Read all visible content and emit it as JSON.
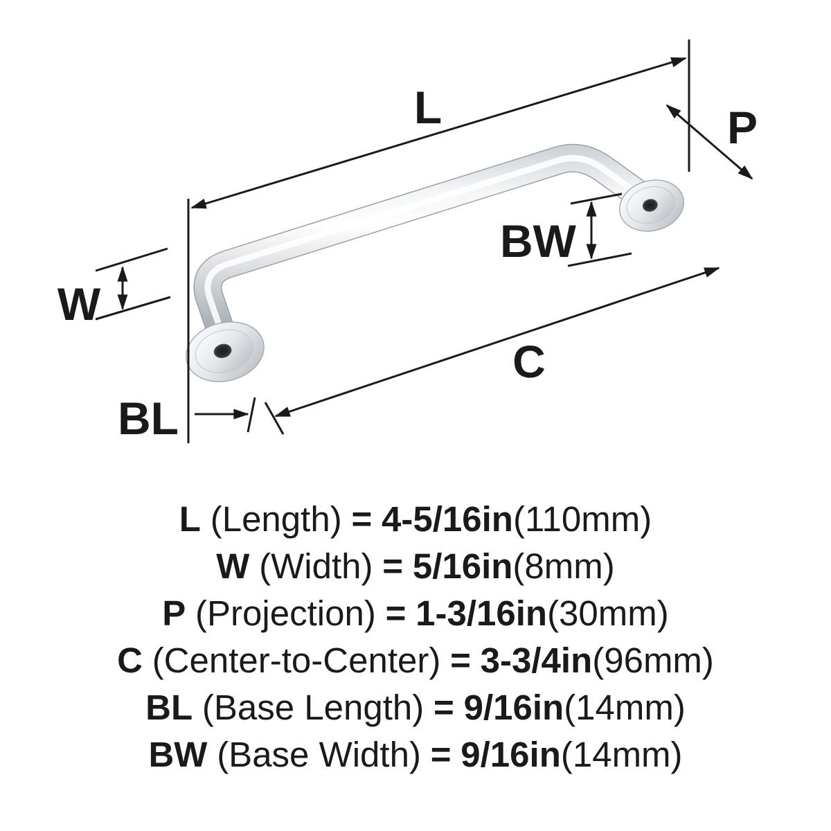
{
  "diagram": {
    "dim_labels": {
      "length": "L",
      "width": "W",
      "projection": "P",
      "center_to_center": "C",
      "base_length": "BL",
      "base_width": "BW"
    },
    "colors": {
      "dimension_line": "#1a1a1a",
      "metal_highlight": "#ffffff",
      "metal_mid": "#d6d9dc",
      "metal_dark": "#969da4",
      "hole": "#2c2d2f"
    }
  },
  "legend": {
    "rows": [
      {
        "abbr": "L",
        "name": "(Length)",
        "eq": "=",
        "value": "4-5/16in",
        "metric": "(110mm)"
      },
      {
        "abbr": "W",
        "name": "(Width)",
        "eq": "=",
        "value": "5/16in",
        "metric": "(8mm)"
      },
      {
        "abbr": "P",
        "name": "(Projection)",
        "eq": "=",
        "value": "1-3/16in",
        "metric": "(30mm)"
      },
      {
        "abbr": "C",
        "name": "(Center-to-Center)",
        "eq": "=",
        "value": "3-3/4in",
        "metric": "(96mm)"
      },
      {
        "abbr": "BL",
        "name": "(Base Length)",
        "eq": "=",
        "value": "9/16in",
        "metric": "(14mm)"
      },
      {
        "abbr": "BW",
        "name": "(Base Width)",
        "eq": "=",
        "value": "9/16in",
        "metric": "(14mm)"
      }
    ]
  }
}
